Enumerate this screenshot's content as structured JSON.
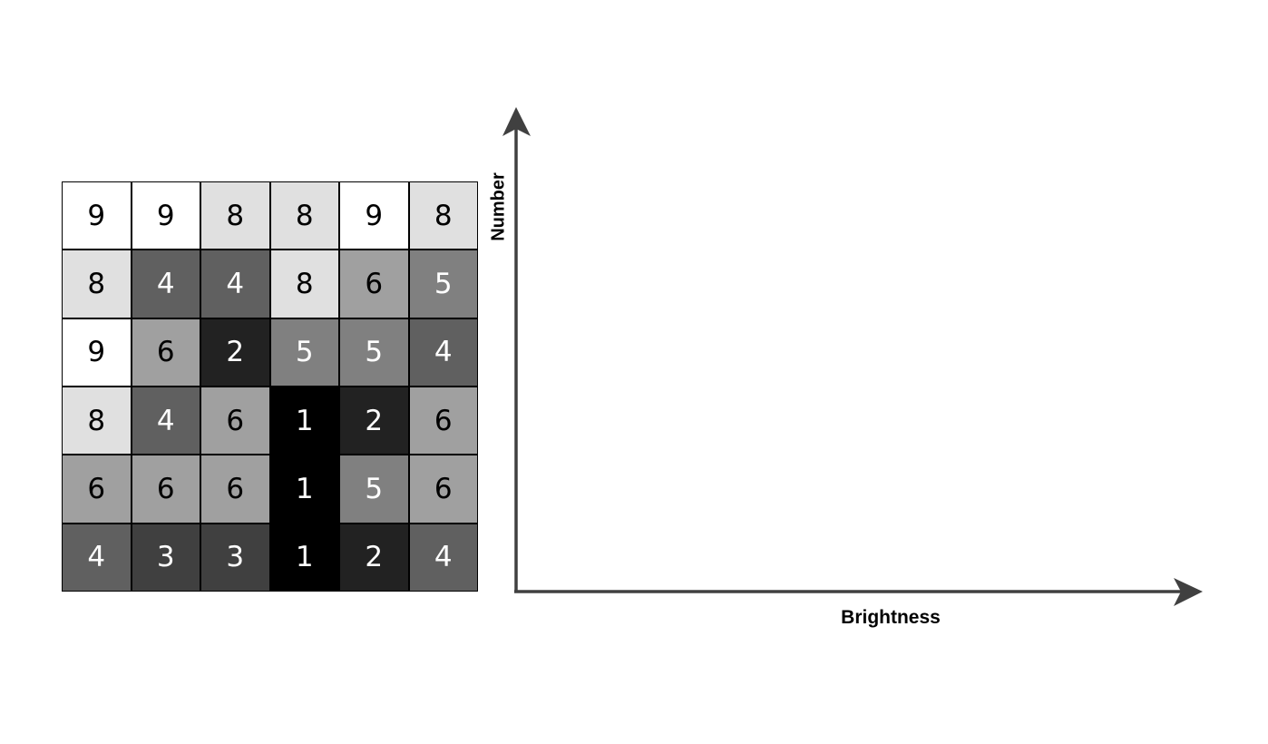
{
  "grid": {
    "values": [
      [
        9,
        9,
        8,
        8,
        9,
        8
      ],
      [
        8,
        4,
        4,
        8,
        6,
        5
      ],
      [
        9,
        6,
        2,
        5,
        5,
        4
      ],
      [
        8,
        4,
        6,
        1,
        2,
        6
      ],
      [
        6,
        6,
        6,
        1,
        5,
        6
      ],
      [
        4,
        3,
        3,
        1,
        2,
        4
      ]
    ],
    "colors": {
      "1": "#000000",
      "2": "#222222",
      "3": "#404040",
      "4": "#606060",
      "5": "#808080",
      "6": "#a0a0a0",
      "8": "#e0e0e0",
      "9": "#ffffff"
    }
  },
  "axes": {
    "y_label": "Number",
    "x_label": "Brightness",
    "color": "#404040"
  }
}
